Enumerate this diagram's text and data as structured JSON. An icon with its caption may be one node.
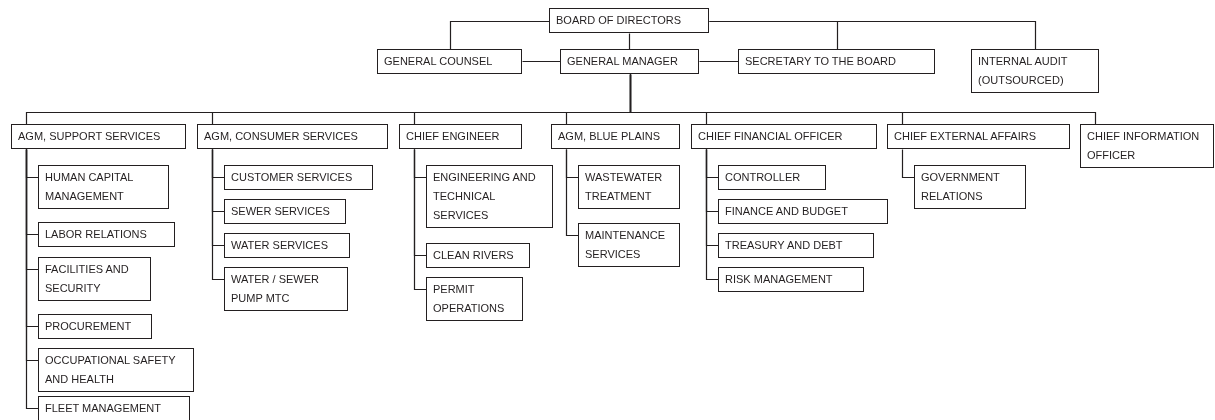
{
  "diagram": {
    "nodes": [
      {
        "text": [
          "BOARD OF DIRECTORS"
        ]
      },
      {
        "text": [
          "GENERAL COUNSEL"
        ]
      },
      {
        "text": [
          "GENERAL MANAGER"
        ]
      },
      {
        "text": [
          "SECRETARY TO THE BOARD"
        ]
      },
      {
        "text": [
          "INTERNAL AUDIT (OUTSOURCED)"
        ]
      },
      {
        "text": [
          "AGM, SUPPORT SERVICES"
        ]
      },
      {
        "text": [
          "HUMAN CAPITAL MANAGEMENT"
        ]
      },
      {
        "text": [
          "LABOR RELATIONS"
        ]
      },
      {
        "text": [
          "FACILITIES AND SECURITY"
        ]
      },
      {
        "text": [
          "PROCUREMENT"
        ]
      },
      {
        "text": [
          "OCCUPATIONAL SAFETY AND HEALTH"
        ]
      },
      {
        "text": [
          "FLEET MANAGEMENT"
        ]
      },
      {
        "text": [
          "AGM, CONSUMER SERVICES"
        ]
      },
      {
        "text": [
          "CUSTOMER SERVICES"
        ]
      },
      {
        "text": [
          "SEWER SERVICES"
        ]
      },
      {
        "text": [
          "WATER SERVICES"
        ]
      },
      {
        "text": [
          "WATER / SEWER PUMP MTC"
        ]
      },
      {
        "text": [
          "CHIEF ENGINEER"
        ]
      },
      {
        "text": [
          "ENGINEERING AND TECHNICAL SERVICES"
        ]
      },
      {
        "text": [
          "CLEAN RIVERS"
        ]
      },
      {
        "text": [
          "PERMIT OPERATIONS"
        ]
      },
      {
        "text": [
          "AGM, BLUE PLAINS"
        ]
      },
      {
        "text": [
          "WASTEWATER TREATMENT"
        ]
      },
      {
        "text": [
          "MAINTENANCE SERVICES"
        ]
      },
      {
        "text": [
          "CHIEF FINANCIAL OFFICER"
        ]
      },
      {
        "text": [
          "CONTROLLER"
        ]
      },
      {
        "text": [
          "FINANCE AND BUDGET"
        ]
      },
      {
        "text": [
          "TREASURY AND DEBT"
        ]
      },
      {
        "text": [
          "RISK MANAGEMENT"
        ]
      },
      {
        "text": [
          "CHIEF EXTERNAL AFFAIRS"
        ]
      },
      {
        "text": [
          "GOVERNMENT RELATIONS"
        ]
      },
      {
        "text": [
          "CHIEF INFORMATION OFFICER"
        ]
      }
    ],
    "edges": [
      {
        "from": 0,
        "to": 1,
        "arrow": "none"
      },
      {
        "from": 0,
        "to": 2,
        "arrow": "none"
      },
      {
        "from": 0,
        "to": 3,
        "arrow": "none"
      },
      {
        "from": 0,
        "to": 4,
        "arrow": "none"
      },
      {
        "from": 2,
        "to": 1,
        "arrow": "none"
      },
      {
        "from": 2,
        "to": 3,
        "arrow": "none"
      },
      {
        "from": 2,
        "to": 5,
        "arrow": "none"
      },
      {
        "from": 2,
        "to": 12,
        "arrow": "none"
      },
      {
        "from": 2,
        "to": 17,
        "arrow": "none"
      },
      {
        "from": 2,
        "to": 21,
        "arrow": "none"
      },
      {
        "from": 2,
        "to": 24,
        "arrow": "none"
      },
      {
        "from": 2,
        "to": 29,
        "arrow": "none"
      },
      {
        "from": 2,
        "to": 31,
        "arrow": "none"
      },
      {
        "from": 5,
        "to": 6,
        "arrow": "none"
      },
      {
        "from": 5,
        "to": 7,
        "arrow": "none"
      },
      {
        "from": 5,
        "to": 8,
        "arrow": "none"
      },
      {
        "from": 5,
        "to": 9,
        "arrow": "none"
      },
      {
        "from": 5,
        "to": 10,
        "arrow": "none"
      },
      {
        "from": 5,
        "to": 11,
        "arrow": "none"
      },
      {
        "from": 12,
        "to": 13,
        "arrow": "none"
      },
      {
        "from": 12,
        "to": 14,
        "arrow": "none"
      },
      {
        "from": 12,
        "to": 15,
        "arrow": "none"
      },
      {
        "from": 12,
        "to": 16,
        "arrow": "none"
      },
      {
        "from": 17,
        "to": 18,
        "arrow": "none"
      },
      {
        "from": 17,
        "to": 19,
        "arrow": "none"
      },
      {
        "from": 17,
        "to": 20,
        "arrow": "none"
      },
      {
        "from": 21,
        "to": 22,
        "arrow": "none"
      },
      {
        "from": 21,
        "to": 23,
        "arrow": "none"
      },
      {
        "from": 24,
        "to": 25,
        "arrow": "none"
      },
      {
        "from": 24,
        "to": 26,
        "arrow": "none"
      },
      {
        "from": 24,
        "to": 27,
        "arrow": "none"
      },
      {
        "from": 24,
        "to": 28,
        "arrow": "none"
      },
      {
        "from": 29,
        "to": 30,
        "arrow": "none"
      }
    ]
  }
}
